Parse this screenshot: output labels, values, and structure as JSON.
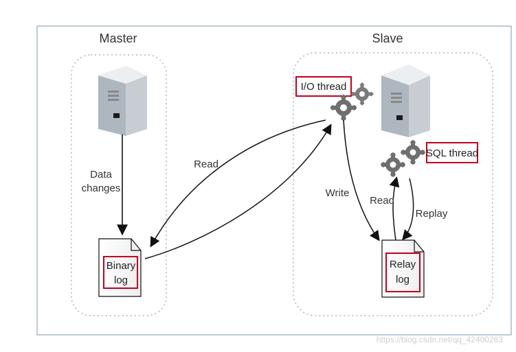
{
  "diagram": {
    "master": {
      "title": "Master",
      "data_changes_line1": "Data",
      "data_changes_line2": "changes",
      "binary_log_line1": "Binary",
      "binary_log_line2": "log",
      "server_icon": "server-tower-icon",
      "document_icon": "document-icon"
    },
    "slave": {
      "title": "Slave",
      "io_thread": "I/O thread",
      "sql_thread": "SQL thread",
      "relay_log_line1": "Relay",
      "relay_log_line2": "log",
      "server_icon": "server-tower-icon",
      "gear_icon": "gear-icon",
      "document_icon": "document-icon"
    },
    "edges": {
      "read_to_binary": "Read",
      "write_to_relay": "Write",
      "read_from_relay": "Read",
      "replay": "Replay"
    },
    "watermark": "https://blog.csdn.net/qq_42400283",
    "colors": {
      "highlight_box": "#c00020",
      "gear": "#6f6f6f",
      "server_body": "#bfc5cc",
      "panel_border": "#bdbdbd"
    }
  }
}
